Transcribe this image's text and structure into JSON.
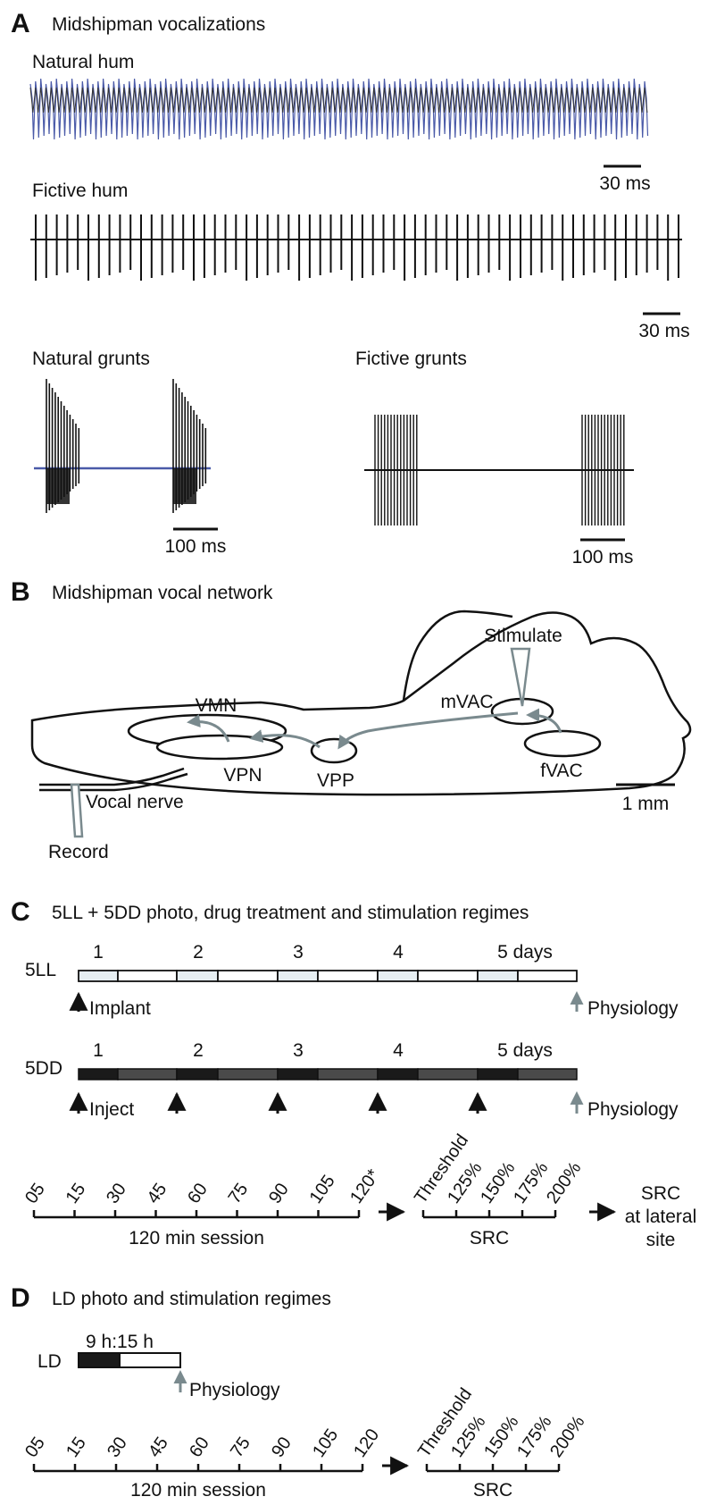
{
  "panelA": {
    "letter": "A",
    "title": "Midshipman vocalizations",
    "natural_hum": "Natural hum",
    "fictive_hum": "Fictive hum",
    "natural_grunts": "Natural grunts",
    "fictive_grunts": "Fictive grunts",
    "scale_hum_1": "30 ms",
    "scale_hum_2": "30 ms",
    "scale_grunt_1": "100 ms",
    "scale_grunt_2": "100 ms"
  },
  "panelB": {
    "letter": "B",
    "title": "Midshipman vocal network",
    "stimulate": "Stimulate",
    "mvac": "mVAC",
    "vmn": "VMN",
    "vpn": "VPN",
    "vpp": "VPP",
    "fvac": "fVAC",
    "vocal_nerve": "Vocal nerve",
    "record": "Record",
    "scale": "1 mm"
  },
  "panelC": {
    "letter": "C",
    "title": "5LL + 5DD photo, drug treatment and stimulation regimes",
    "row_5ll": "5LL",
    "row_5dd": "5DD",
    "days": [
      "1",
      "2",
      "3",
      "4",
      "5 days"
    ],
    "implant": "Implant",
    "inject": "Inject",
    "physiology_1": "Physiology",
    "physiology_2": "Physiology",
    "session_ticks": [
      "05",
      "15",
      "30",
      "45",
      "60",
      "75",
      "90",
      "105",
      "120*"
    ],
    "session_label": "120 min session",
    "src_ticks": [
      "Threshold",
      "125%",
      "150%",
      "175%",
      "200%"
    ],
    "src_label": "SRC",
    "src_lateral": [
      "SRC",
      "at lateral",
      "site"
    ]
  },
  "panelD": {
    "letter": "D",
    "title": "LD photo and stimulation regimes",
    "row_ld": "LD",
    "cycle": "9 h:15 h",
    "physiology": "Physiology",
    "session_ticks": [
      "05",
      "15",
      "30",
      "45",
      "60",
      "75",
      "90",
      "105",
      "120"
    ],
    "session_label": "120 min session",
    "src_ticks": [
      "Threshold",
      "125%",
      "150%",
      "175%",
      "200%"
    ],
    "src_label": "SRC"
  },
  "colors": {
    "ink": "#111111",
    "arrow_gray": "#7a8a8e",
    "light_segment": "#e6eef2",
    "dark_segment": "#1a1a1a",
    "dim_segment": "#4a4a4a",
    "trace_blue": "#4a5aa8"
  }
}
